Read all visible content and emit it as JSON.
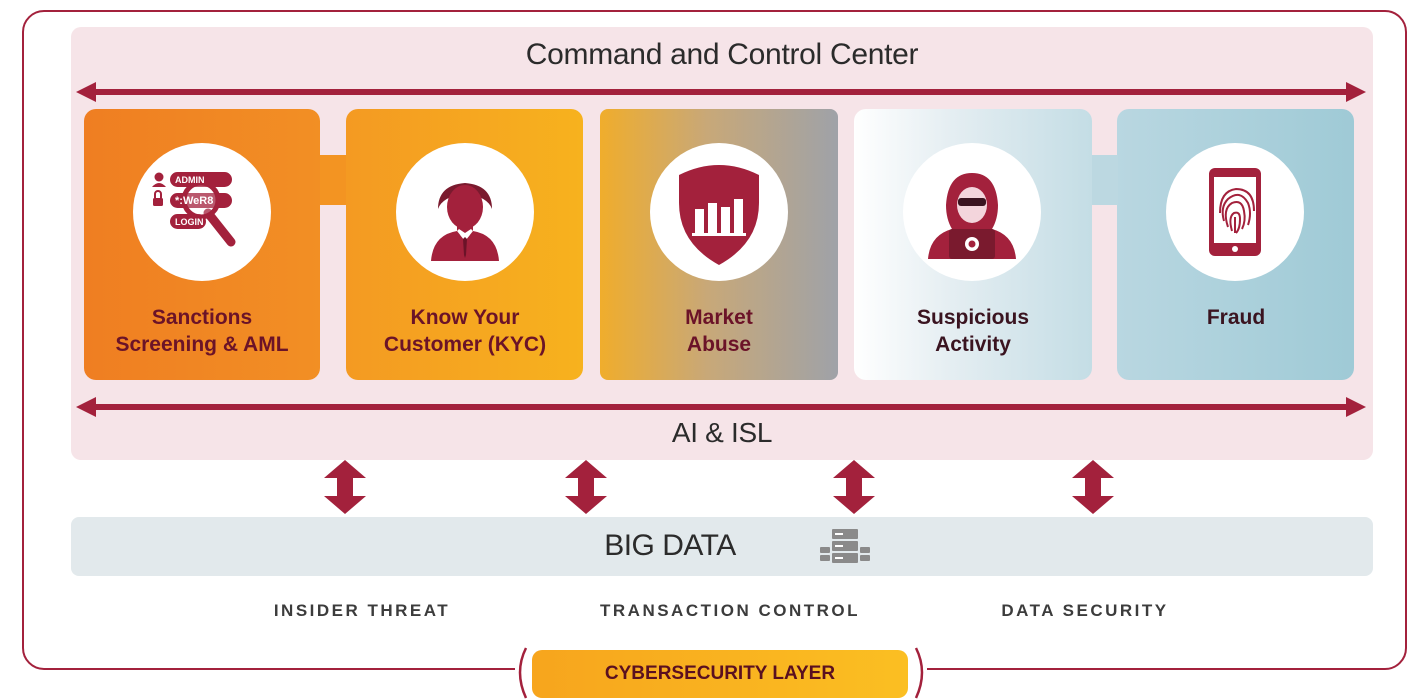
{
  "header": {
    "title": "Command and Control Center"
  },
  "ai_layer": {
    "label": "AI & ISL"
  },
  "cards": [
    {
      "line1": "Sanctions",
      "line2": "Screening & AML",
      "icon": "admin-login-magnifier-icon"
    },
    {
      "line1": "Know Your",
      "line2": "Customer (KYC)",
      "icon": "businessman-icon"
    },
    {
      "line1": "Market",
      "line2": "Abuse",
      "icon": "shield-bar-chart-icon"
    },
    {
      "line1": "Suspicious",
      "line2": "Activity",
      "icon": "hooded-hacker-icon"
    },
    {
      "line1": "Fraud",
      "icon": "fingerprint-phone-icon"
    }
  ],
  "sanctions_icon_text": {
    "admin": "ADMIN",
    "password": "*:WeR8",
    "login": "LOGIN"
  },
  "big_data": {
    "label": "BIG DATA",
    "icon": "server-stack-icon"
  },
  "footer": {
    "insider_threat": "INSIDER THREAT",
    "transaction_control": "TRANSACTION CONTROL",
    "data_security": "DATA SECURITY"
  },
  "cybersecurity": {
    "label": "CYBERSECURITY LAYER"
  },
  "colors": {
    "accent": "#a3213c",
    "orange": "#f28f24",
    "yellow": "#f7b21e",
    "light_blue": "#9fcad6"
  }
}
